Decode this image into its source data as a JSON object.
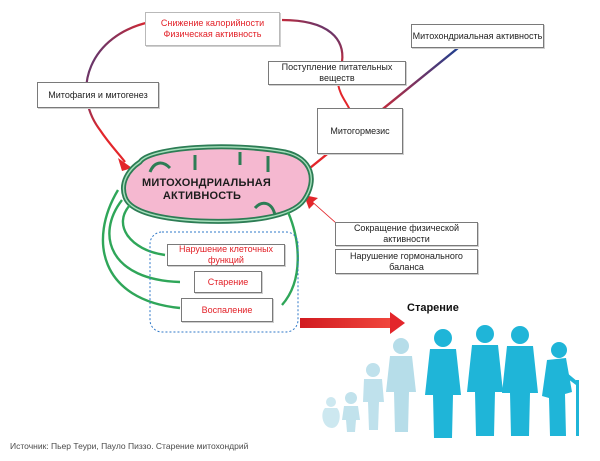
{
  "diagram": {
    "boxes": {
      "calorie": {
        "line1": "Снижение калорийности",
        "line2": "Физическая активность"
      },
      "mito_activity_top": "Митохондриальная активность",
      "nutrients": "Поступление питательных веществ",
      "mitophagy": "Митофагия и митогенез",
      "mitohormesis": "Митогормезис",
      "cell_dysfunction": "Нарушение клеточных функций",
      "aging_box": "Старение",
      "inflammation": "Воспаление",
      "less_activity": "Сокращение физической активности",
      "hormonal": "Нарушение гормонального баланса"
    },
    "mito_label": {
      "line1": "МИТОХОНДРИАЛЬНАЯ",
      "line2": "АКТИВНОСТЬ"
    },
    "aging_label": "Старение",
    "source": "Источник: Пьер Теури, Пауло Пиззо. Старение митохондрий"
  },
  "colors": {
    "mito_fill": "#f5b8d0",
    "mito_stroke": "#2d7d55",
    "arrow_red": "#e3262b",
    "arrow_blue": "#1e3f8f",
    "arrow_green": "#2fa659",
    "human_cyan": "#1fb5d8",
    "human_faded": "#bfe4ef"
  }
}
